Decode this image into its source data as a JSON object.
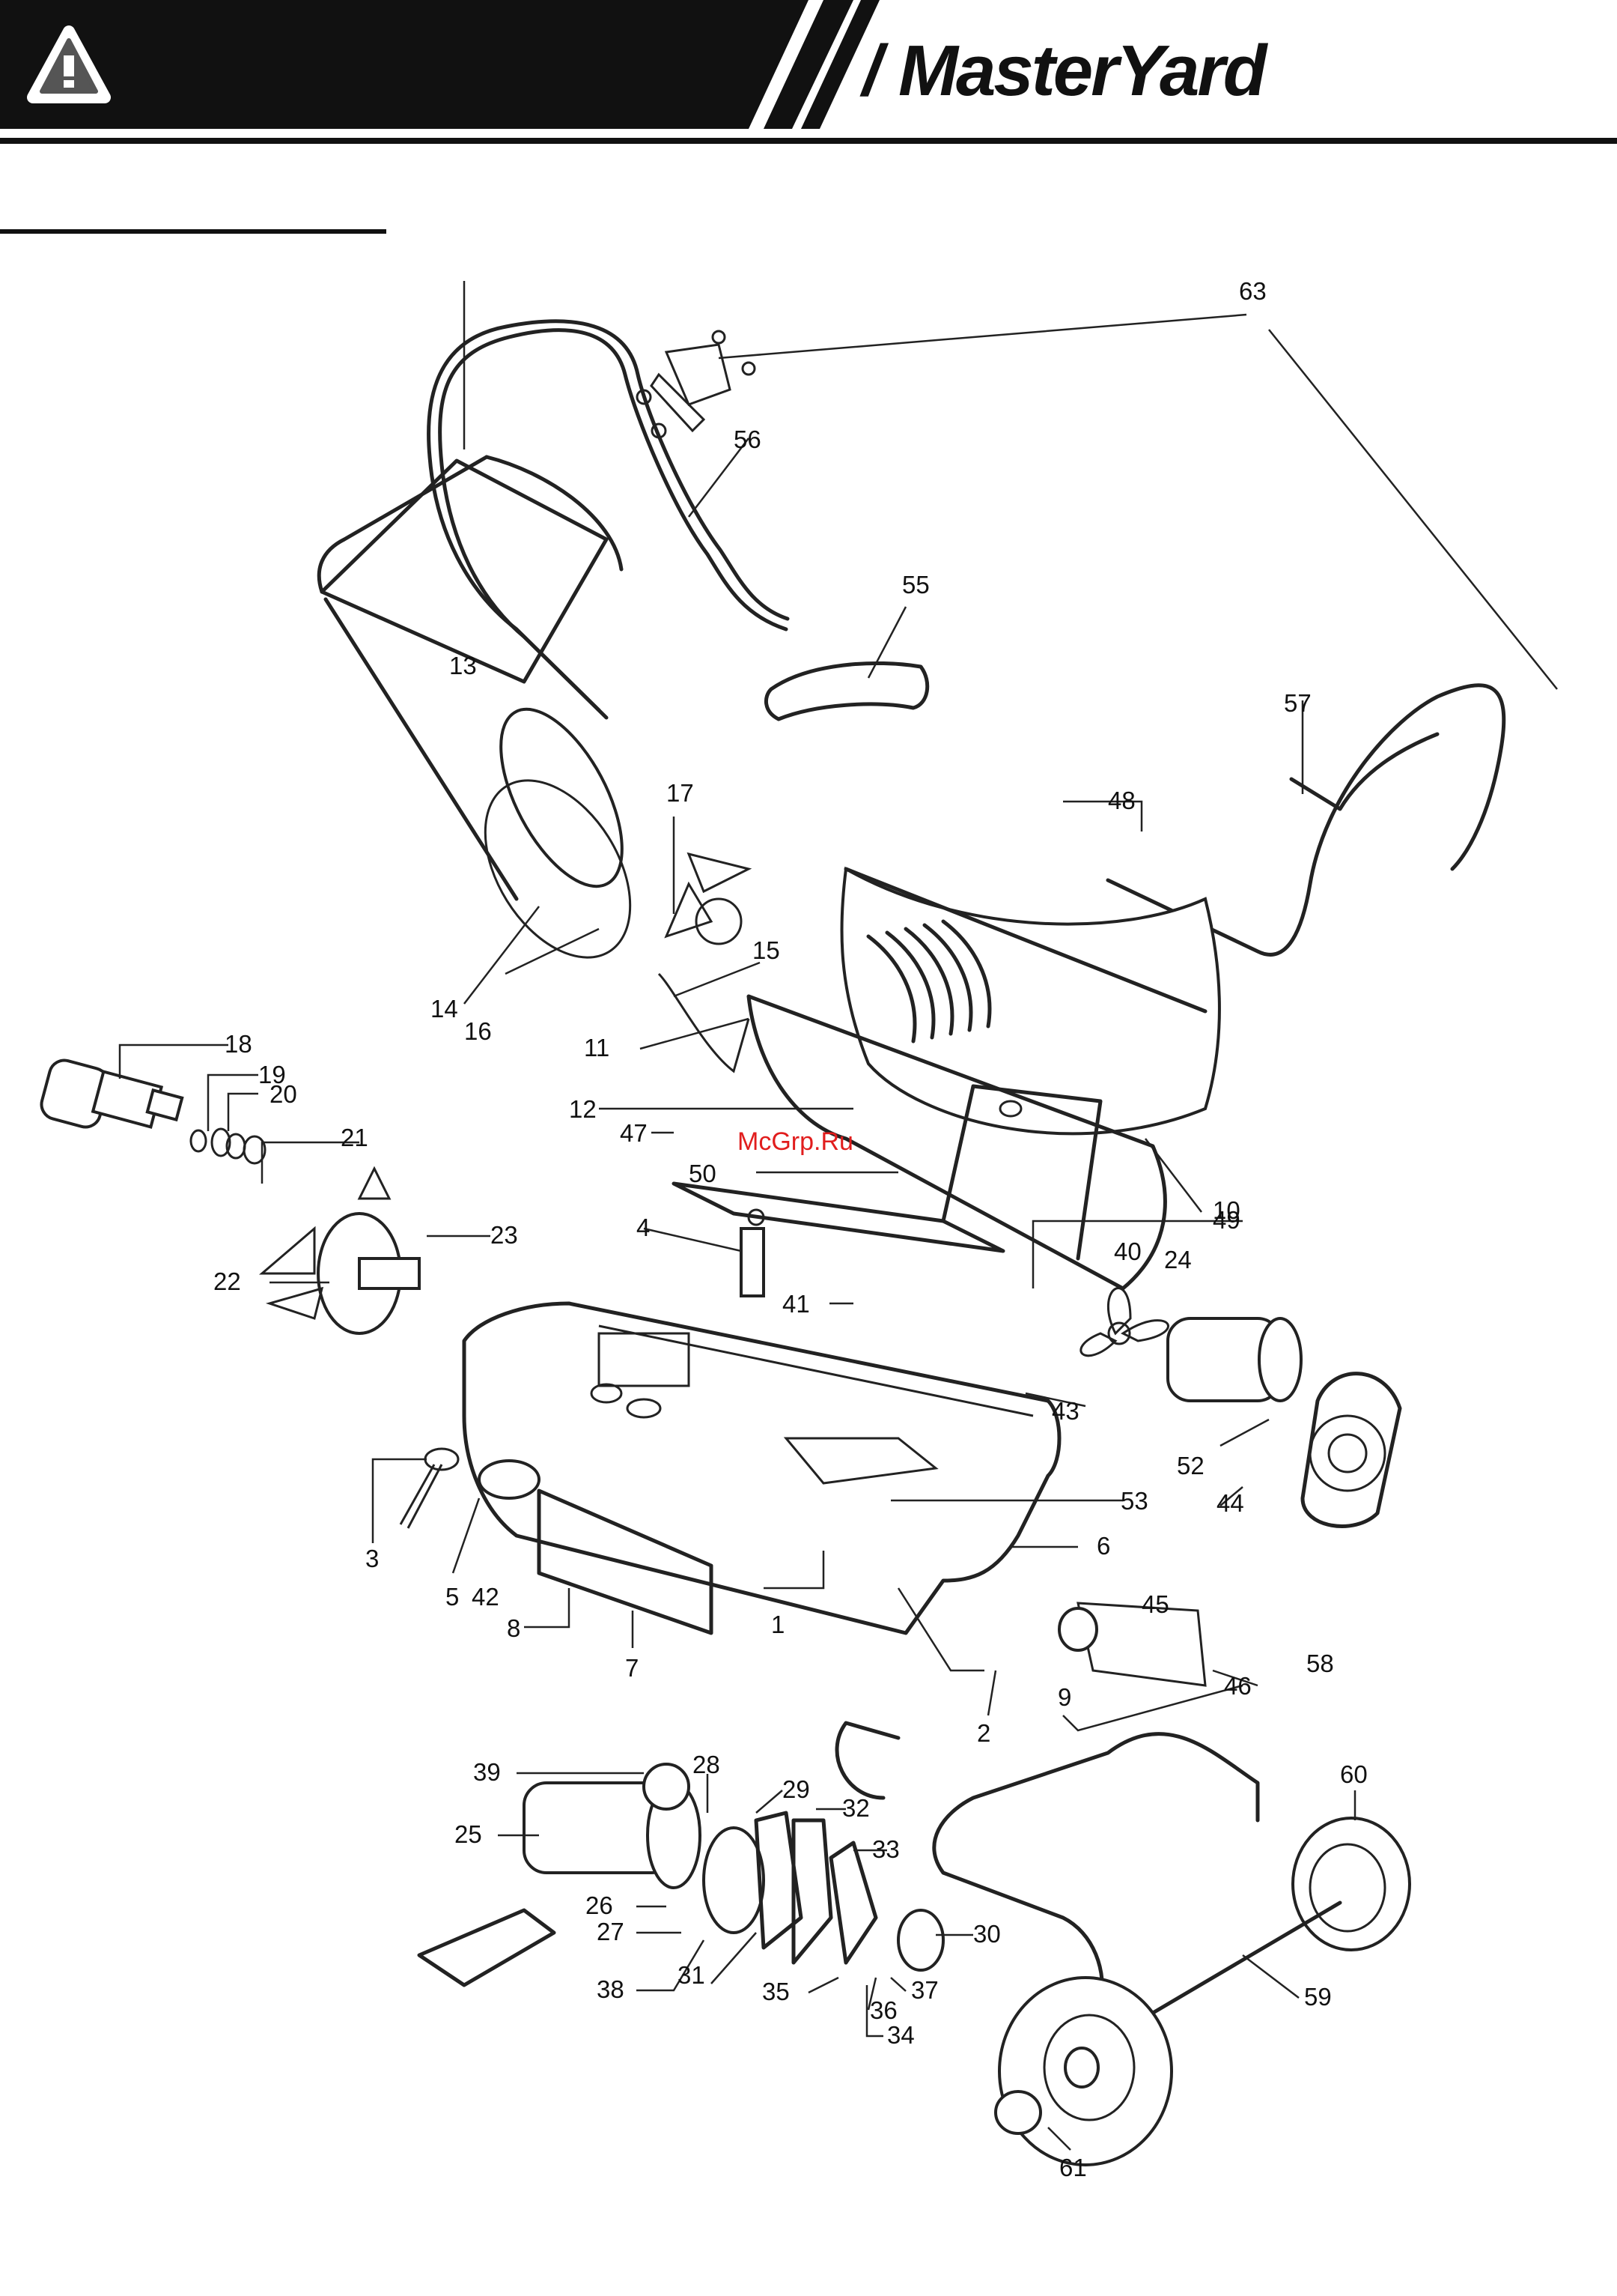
{
  "header": {
    "warning_icon": "warning-triangle-icon",
    "brand_slash": "/",
    "brand_name": "MasterYard"
  },
  "watermark": "McGrp.Ru",
  "callouts": [
    "63",
    "56",
    "55",
    "13",
    "57",
    "48",
    "17",
    "15",
    "18",
    "14",
    "16",
    "11",
    "19",
    "20",
    "12",
    "21",
    "47",
    "23",
    "50",
    "10",
    "4",
    "49",
    "40",
    "24",
    "22",
    "41",
    "43",
    "52",
    "3",
    "53",
    "44",
    "6",
    "5",
    "42",
    "45",
    "1",
    "8",
    "9",
    "46",
    "58",
    "7",
    "2",
    "60",
    "39",
    "28",
    "29",
    "32",
    "25",
    "33",
    "26",
    "30",
    "27",
    "38",
    "31",
    "37",
    "35",
    "36",
    "34",
    "59",
    "61"
  ]
}
